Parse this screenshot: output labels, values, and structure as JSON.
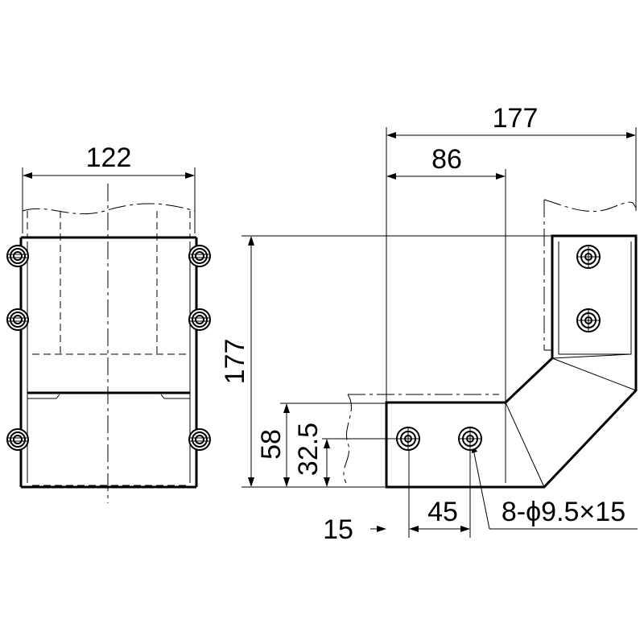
{
  "drawing": {
    "front_view": {
      "width_label": "122"
    },
    "side_view": {
      "overall_width_label": "177",
      "inner_width_label": "86",
      "height_label": "177",
      "flange_height_label": "58",
      "hole_height_label": "32.5",
      "edge_offset_label": "15",
      "hole_pitch_label": "45",
      "hole_spec_label": "8-ϕ9.5×15"
    }
  }
}
